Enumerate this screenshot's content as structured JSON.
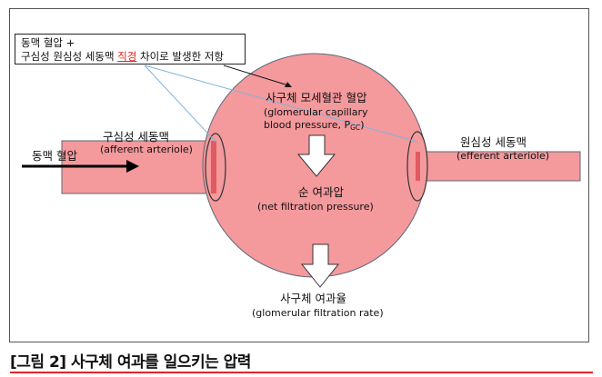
{
  "callout": {
    "line1": "동맥 혈압 +",
    "line2_prefix": "구심성 원심성 세동맥 ",
    "line2_highlight": "직경",
    "line2_suffix": " 차이로 발생한 저항"
  },
  "glomerulus": {
    "title_ko": "사구체 모세혈관 혈압",
    "title_en_1": "(glomerular capillary",
    "title_en_2": "blood pressure, P",
    "title_en_sub": "GC",
    "title_en_close": ")"
  },
  "afferent": {
    "label_ko": "구심성 세동맥",
    "label_en": "(afferent arteriole)"
  },
  "efferent": {
    "label_ko": "원심성 세동맥",
    "label_en": "(efferent arteriole)"
  },
  "arterial_pressure": {
    "label": "동맥 혈압"
  },
  "net_filtration": {
    "label_ko": "순 여과압",
    "label_en": "(net filtration pressure)"
  },
  "gfr": {
    "label_ko": "사구체 여과율",
    "label_en": "(glomerular filtration rate)"
  },
  "caption": "[그림 2] 사구체 여과를 일으키는 압력",
  "colors": {
    "fill": "#f4999c",
    "vessel_stroke": "#5c6a7a",
    "callout_line": "#7fb3e0",
    "highlight": "#e2231a",
    "rule": "#e3242b"
  }
}
